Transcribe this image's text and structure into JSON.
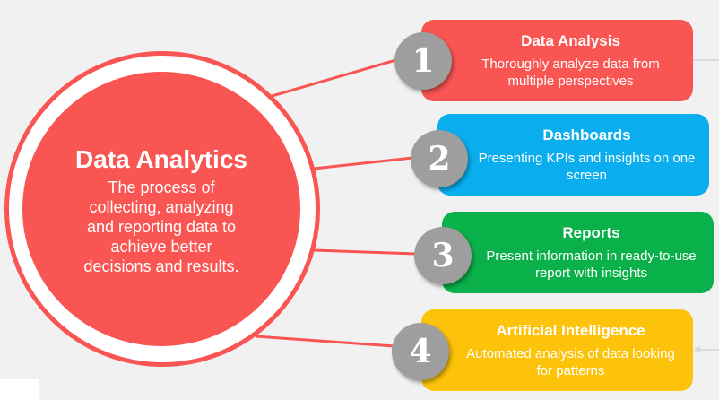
{
  "center": {
    "title": "Data Analytics",
    "description": "The process of collecting, analyzing and reporting data to achieve better decisions and results."
  },
  "items": [
    {
      "number": "1",
      "title": "Data Analysis",
      "description": "Thoroughly analyze data from multiple perspectives",
      "color": "#f95552"
    },
    {
      "number": "2",
      "title": "Dashboards",
      "description": "Presenting KPIs and insights on one screen",
      "color": "#0aaeef"
    },
    {
      "number": "3",
      "title": "Reports",
      "description": "Present information in ready-to-use report with insights",
      "color": "#0ab04a"
    },
    {
      "number": "4",
      "title": "Artificial Intelligence",
      "description": "Automated analysis of data looking for patterns",
      "color": "#fdc20a"
    }
  ]
}
